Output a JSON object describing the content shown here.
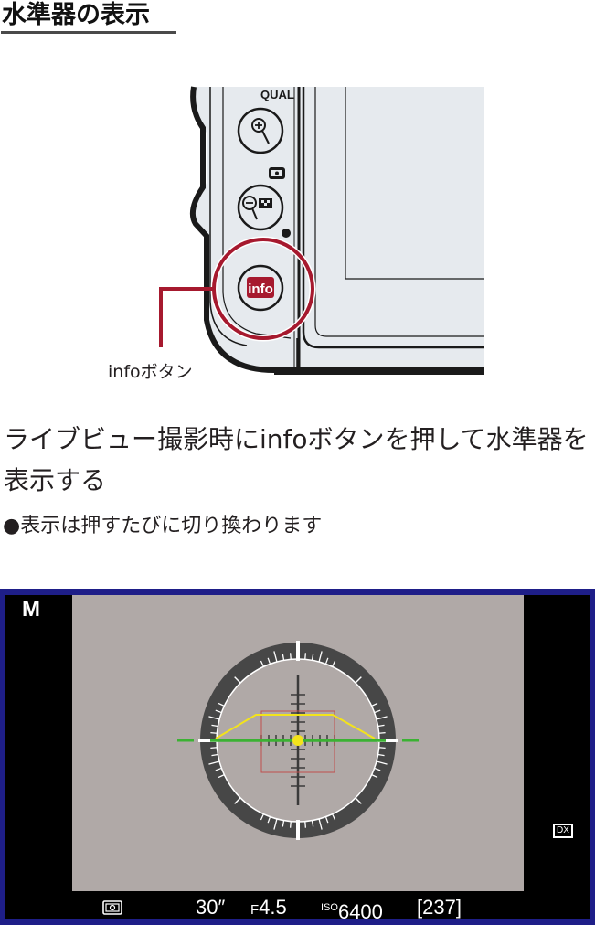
{
  "heading": {
    "title": "水準器の表示"
  },
  "illustration": {
    "buttons": [
      {
        "label": "QUAL",
        "icon": "zoom-in-icon"
      },
      {
        "label": "",
        "icon": "zoom-out-thumbnail-icon",
        "top_icon": "focus-area-icon"
      },
      {
        "label": "info",
        "icon": "info-icon"
      }
    ],
    "callout": "infoボタン",
    "highlight_color": "#a6192e"
  },
  "instructions": {
    "main": "ライブビュー撮影時にinfoボタンを押して水準器を表示する",
    "note": "●表示は押すたびに切り換わります"
  },
  "screen": {
    "mode": "M",
    "format_badge": "DX",
    "metering_icon": "matrix-metering-icon",
    "shutter": "30″",
    "aperture_prefix": "F",
    "aperture": "4.5",
    "iso_label": "ISO",
    "iso": "6400",
    "shots_remaining": "[237]",
    "colors": {
      "frame": "#1e1e88",
      "background": "#000000",
      "liveview": "#b0a9a7",
      "horizon_line": "#3bb233",
      "pitch_indicator": "#f3e31b",
      "focus_frame": "#c0504d"
    }
  }
}
